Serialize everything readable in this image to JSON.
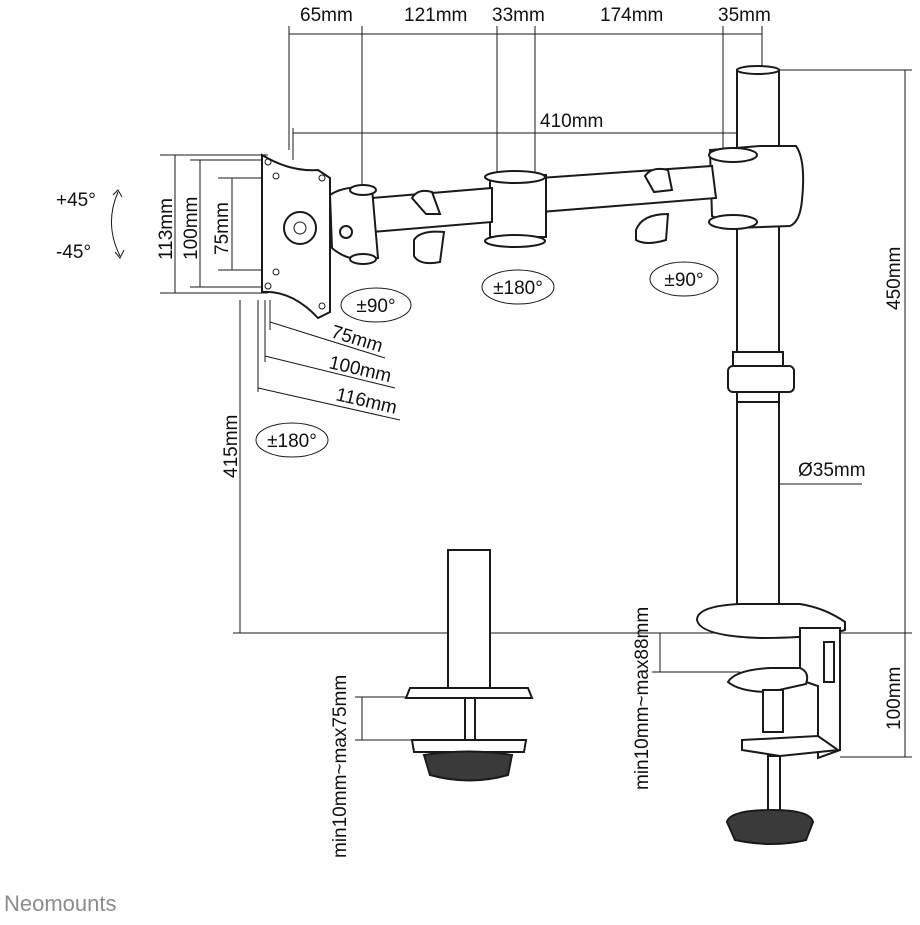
{
  "brand": {
    "name": "Neomounts"
  },
  "top_dims": {
    "d65": "65mm",
    "d121": "121mm",
    "d33": "33mm",
    "d174": "174mm",
    "d35": "35mm",
    "total": "410mm"
  },
  "vesa_dims": {
    "h113": "113mm",
    "h100": "100mm",
    "h75": "75mm",
    "w75": "75mm",
    "w100": "100mm",
    "w116": "116mm"
  },
  "tilt": {
    "up": "+45°",
    "down": "-45°"
  },
  "rotations": {
    "r_head": "±90°",
    "r_mid": "±180°",
    "r_pole": "±90°",
    "r_vesa": "±180°"
  },
  "heights": {
    "pole_height": "450mm",
    "pole_diameter": "Ø35mm",
    "reach_height": "415mm",
    "desk_clamp": "100mm",
    "grommet_range": "min10mm~max75mm",
    "clamp_range": "min10mm~max88mm"
  },
  "colors": {
    "line": "#1a1a1a",
    "brand": "#8c8c8c",
    "background": "#ffffff"
  }
}
